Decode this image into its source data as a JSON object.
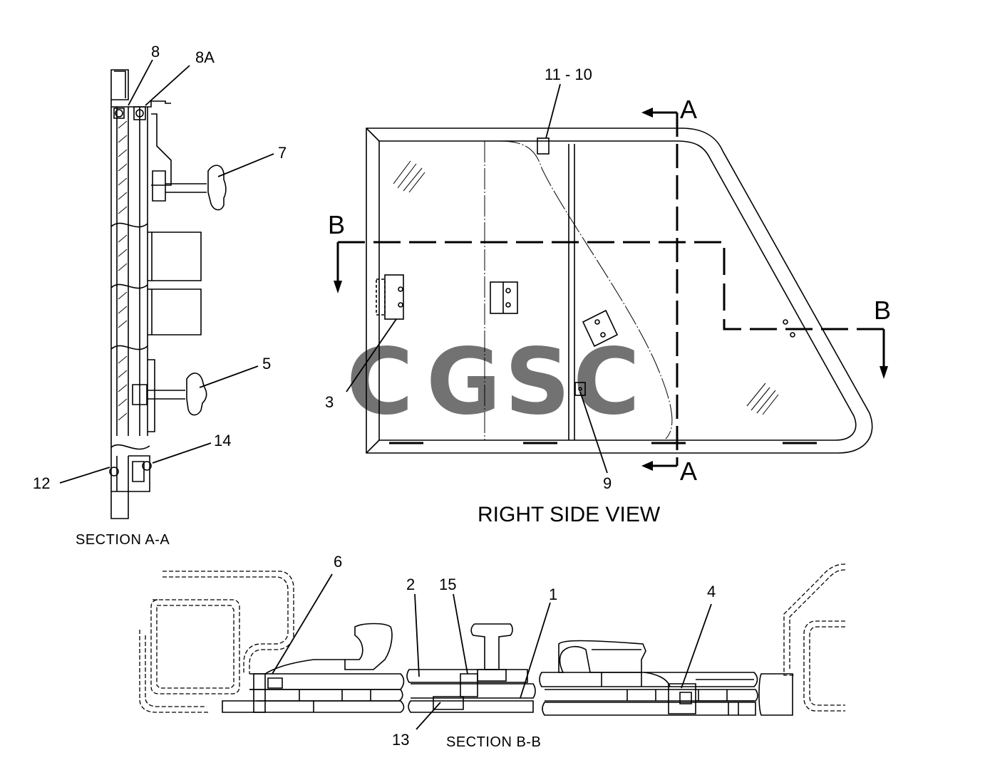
{
  "views": {
    "right_side_view": "RIGHT SIDE VIEW",
    "section_a": "SECTION A-A",
    "section_b": "SECTION B-B"
  },
  "cut_markers": {
    "a": "A",
    "b": "B"
  },
  "callouts": {
    "c1": "1",
    "c2": "2",
    "c3": "3",
    "c4": "4",
    "c5": "5",
    "c6": "6",
    "c7": "7",
    "c8": "8",
    "c8a": "8A",
    "c9": "9",
    "c11_10": "11 - 10",
    "c12": "12",
    "c13": "13",
    "c14": "14",
    "c15": "15"
  },
  "watermark": {
    "letters": [
      "C",
      "G",
      "S",
      "C"
    ],
    "colors": [
      "#5b9cf5",
      "#f07a6e",
      "#f7cf4a",
      "#3fa874"
    ]
  }
}
